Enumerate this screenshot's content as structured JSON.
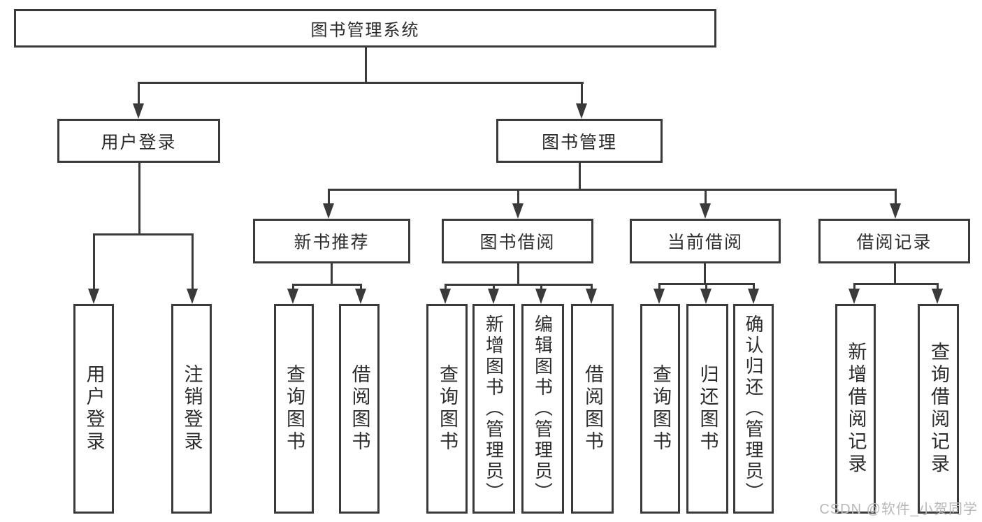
{
  "diagram": {
    "root": "图书管理系统",
    "level1": [
      "用户登录",
      "图书管理"
    ],
    "level2": [
      "新书推荐",
      "图书借阅",
      "当前借阅",
      "借阅记录"
    ],
    "leaves": {
      "user_login": [
        "用户登录",
        "注销登录"
      ],
      "new_book_recommend": [
        "查询图书",
        "借阅图书"
      ],
      "book_borrow": [
        "查询图书",
        "新增图书（管理员）",
        "编辑图书（管理员）",
        "借阅图书"
      ],
      "current_borrow": [
        "查询图书",
        "归还图书",
        "确认归还（管理员）"
      ],
      "borrow_record": [
        "新增借阅记录",
        "查询借阅记录"
      ]
    }
  },
  "watermark": "CSDN @软件_小贺同学",
  "colors": {
    "line": "#3a3a3a",
    "text": "#2c2c2c",
    "watermark": "#b8b8b8",
    "background": "#ffffff"
  }
}
